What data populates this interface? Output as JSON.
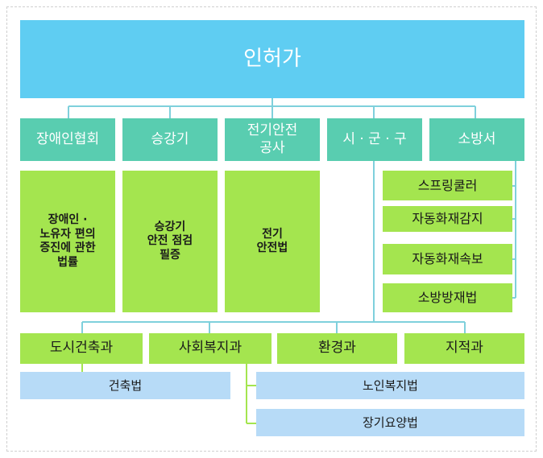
{
  "root": {
    "label": "인허가"
  },
  "level1": [
    {
      "label": "장애인협회"
    },
    {
      "label": "승강기"
    },
    {
      "label": "전기안전\n공사"
    },
    {
      "label": "시 · 군 · 구"
    },
    {
      "label": "소방서"
    }
  ],
  "laws": [
    {
      "label": "장애인 ·\n노유자 편의\n증진에 관한\n법률"
    },
    {
      "label": "승강기\n안전 점검\n필증"
    },
    {
      "label": "전기\n안전법"
    }
  ],
  "fire_items": [
    {
      "label": "스프링쿨러"
    },
    {
      "label": "자동화재감지"
    },
    {
      "label": "자동화재속보"
    },
    {
      "label": "소방방재법"
    }
  ],
  "departments": [
    {
      "label": "도시건축과"
    },
    {
      "label": "사회복지과"
    },
    {
      "label": "환경과"
    },
    {
      "label": "지적과"
    }
  ],
  "dept_laws": [
    {
      "label": "건축법"
    },
    {
      "label": "노인복지법"
    },
    {
      "label": "장기요양법"
    }
  ],
  "colors": {
    "root": "#5fcdf2",
    "level1": "#59cdb0",
    "law": "#a4e54f",
    "dept_law": "#b7dbf7",
    "connector": "#7fd0dc"
  }
}
